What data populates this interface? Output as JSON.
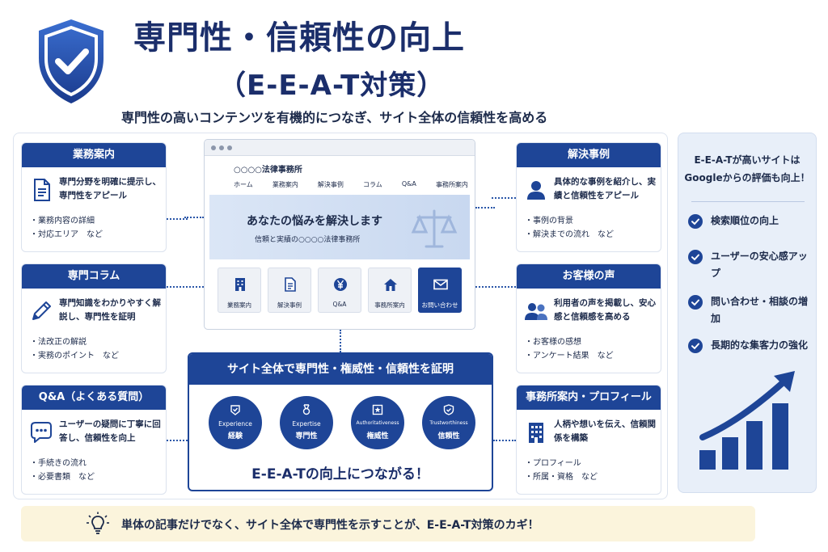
{
  "header": {
    "title_line1": "専門性・信頼性の向上",
    "title_line2": "（E-E-A-T対策）",
    "subtitle": "専門性の高いコンテンツを有機的につなぎ、サイト全体の信頼性を高める"
  },
  "left_cards": [
    {
      "title": "業務案内",
      "icon": "document-icon",
      "desc": "専門分野を明確に提示し、専門性をアピール",
      "bullets": [
        "・業務内容の詳細",
        "・対応エリア　など"
      ]
    },
    {
      "title": "専門コラム",
      "icon": "pencil-icon",
      "desc": "専門知識をわかりやすく解説し、専門性を証明",
      "bullets": [
        "・法改正の解説",
        "・実務のポイント　など"
      ]
    },
    {
      "title": "Q&A（よくある質問）",
      "icon": "chat-bubble-icon",
      "desc": "ユーザーの疑問に丁寧に回答し、信頼性を向上",
      "bullets": [
        "・手続きの流れ",
        "・必要書類　など"
      ]
    }
  ],
  "right_cards": [
    {
      "title": "解決事例",
      "icon": "person-icon",
      "desc": "具体的な事例を紹介し、実績と信頼性をアピール",
      "bullets": [
        "・事例の背景",
        "・解決までの流れ　など"
      ]
    },
    {
      "title": "お客様の声",
      "icon": "people-icon",
      "desc": "利用者の声を掲載し、安心感と信頼感を高める",
      "bullets": [
        "・お客様の感想",
        "・アンケート結果　など"
      ]
    },
    {
      "title": "事務所案内・プロフィール",
      "icon": "building-icon",
      "desc": "人柄や想いを伝え、信頼関係を構築",
      "bullets": [
        "・プロフィール",
        "・所属・資格　など"
      ]
    }
  ],
  "browser": {
    "firm_name": "○○○○法律事務所",
    "nav": [
      "ホーム",
      "業務案内",
      "解決事例",
      "コラム",
      "Q&A",
      "事務所案内"
    ],
    "hero_title": "あなたの悩みを解決します",
    "hero_sub": "信頼と実績の○○○○法律事務所",
    "tiles": [
      {
        "label": "業務案内",
        "icon": "building-icon"
      },
      {
        "label": "解決事例",
        "icon": "document-icon"
      },
      {
        "label": "Q&A",
        "icon": "yen-icon"
      },
      {
        "label": "事務所案内",
        "icon": "house-icon"
      },
      {
        "label": "お問い合わせ",
        "icon": "mail-icon"
      }
    ]
  },
  "eeat": {
    "header": "サイト全体で専門性・権威性・信頼性を証明",
    "circles": [
      {
        "en": "Experience",
        "jp": "経験",
        "icon": "check-badge-icon"
      },
      {
        "en": "Expertise",
        "jp": "専門性",
        "icon": "medal-icon"
      },
      {
        "en": "Authoritativeness",
        "jp": "権威性",
        "icon": "star-badge-icon"
      },
      {
        "en": "Trustworthiness",
        "jp": "信頼性",
        "icon": "shield-check-icon"
      }
    ],
    "footer": "E-E-A-Tの向上につながる！"
  },
  "right_panel": {
    "heading": "E-E-A-Tが高いサイトはGoogleからの評価も向上！",
    "benefits": [
      "検索順位の向上",
      "ユーザーの安心感アップ",
      "問い合わせ・相談の増加",
      "長期的な集客力の強化"
    ]
  },
  "bottom": {
    "text": "単体の記事だけでなく、サイト全体で専門性を示すことが、E-E-A-T対策のカギ！"
  },
  "colors": {
    "primary": "#1e4597",
    "title": "#1b2e6b",
    "panel_bg": "#e8eff9",
    "bottom_bg": "#fbf4dc"
  }
}
